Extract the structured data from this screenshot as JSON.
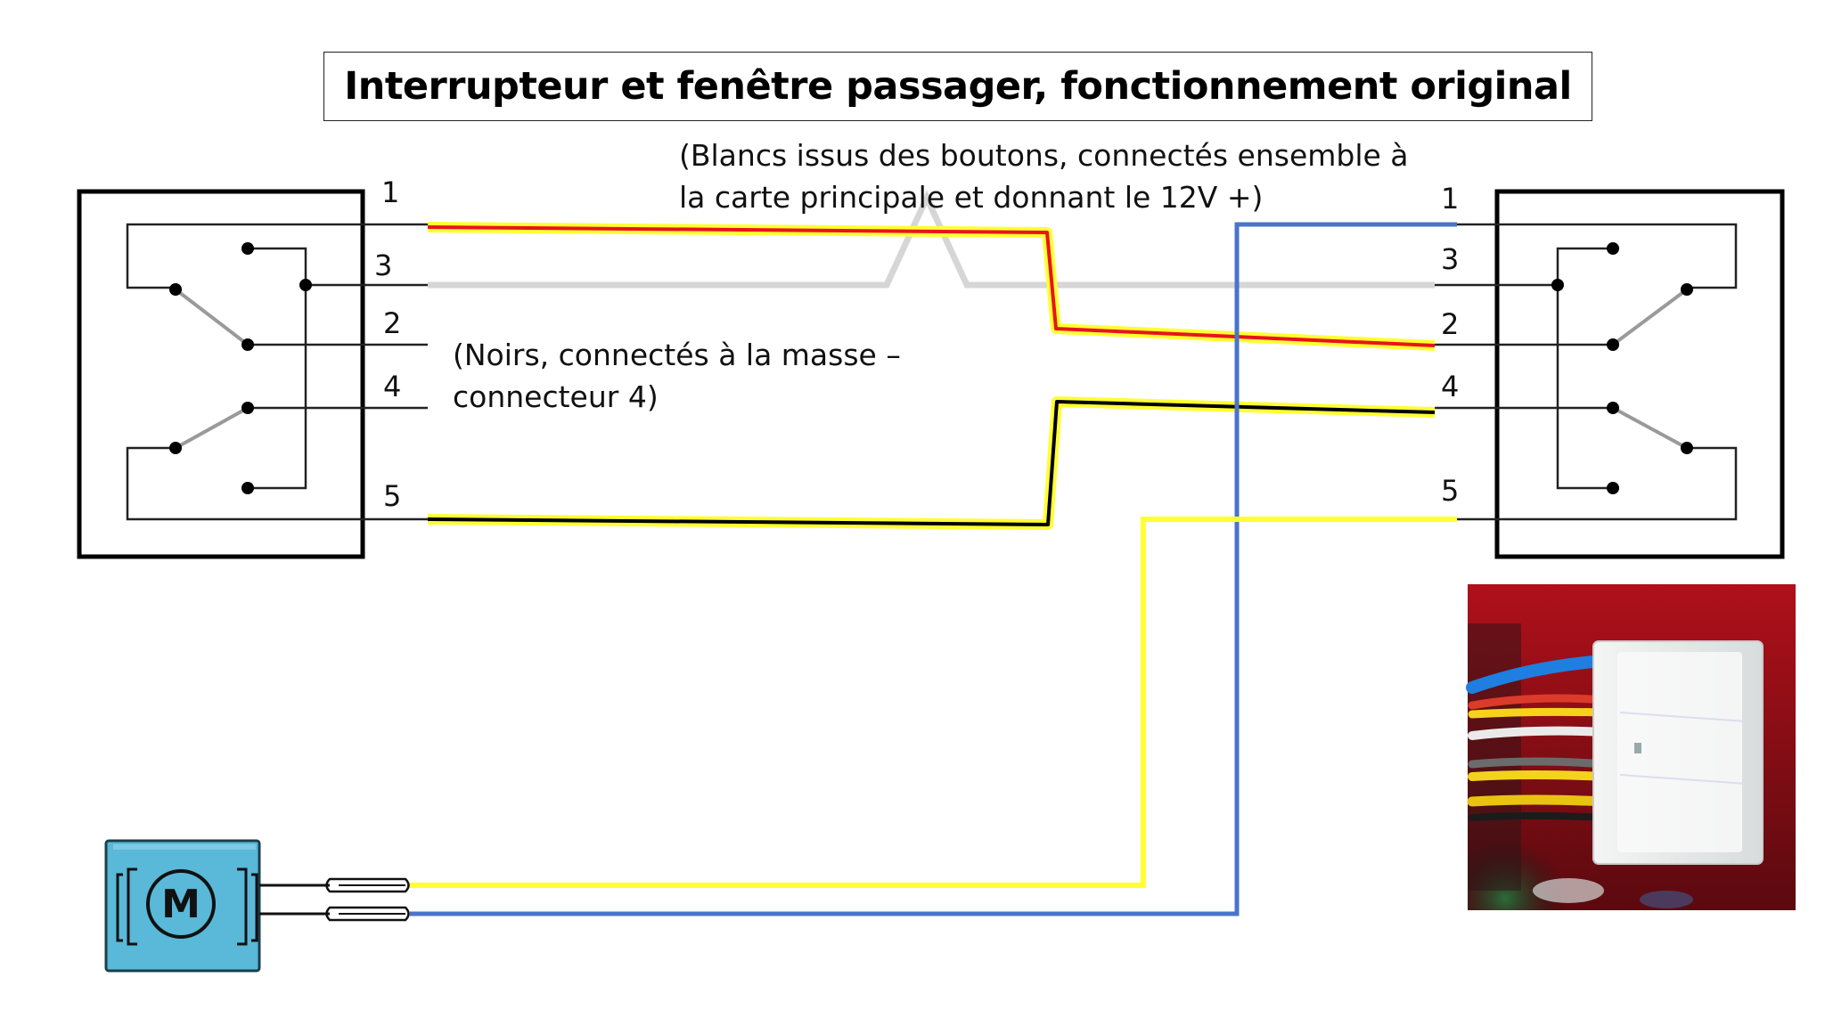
{
  "title": "Interrupteur et fenêtre passager, fonctionnement original",
  "notes": {
    "white_wires": "(Blancs issus des boutons, connectés ensemble à\nla carte principale et donnant le 12V +)",
    "black_wires": "(Noirs, connectés à la masse –\nconnecteur 4)"
  },
  "left_switch": {
    "pins": [
      "1",
      "3",
      "2",
      "4",
      "5"
    ]
  },
  "right_switch": {
    "pins": [
      "1",
      "3",
      "2",
      "4",
      "5"
    ]
  },
  "motor": {
    "label": "M"
  },
  "wire_colors": {
    "red": "#e8141c",
    "yellow": "#ffff33",
    "black": "#000000",
    "white": "#d6d6d6",
    "blue": "#4a74c9",
    "motor_blue": "#5ab8d8"
  },
  "photo": {
    "icon": "connector-photo-icon"
  }
}
